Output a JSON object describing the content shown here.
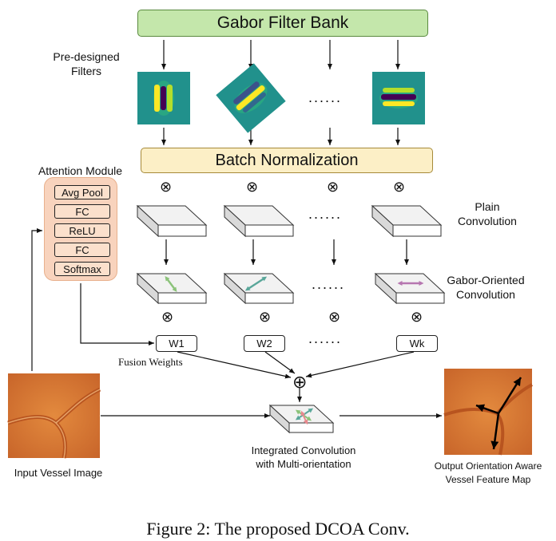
{
  "header": {
    "filter_bank": "Gabor Filter Bank",
    "predesigned": "Pre-designed\nFilters",
    "batch_norm": "Batch Normalization"
  },
  "attention": {
    "title": "Attention Module",
    "layers": [
      "Avg Pool",
      "FC",
      "ReLU",
      "FC",
      "Softmax"
    ]
  },
  "labels": {
    "plain_conv": "Plain\nConvolution",
    "gabor_conv": "Gabor-Oriented\nConvolution",
    "fusion_weights": "Fusion Weights",
    "integrated": "Integrated Convolution\nwith Multi-orientation",
    "input_image": "Input Vessel Image",
    "output_map": "Output Orientation Aware\nVessel Feature Map"
  },
  "weights": [
    "W1",
    "W2",
    "Wk"
  ],
  "symbols": {
    "dots": "......",
    "multiply": "⊗",
    "sum": "⊕"
  },
  "caption": "Figure 2: The proposed DCOA Conv.",
  "colors": {
    "bank_fill": "#c4e7ab",
    "bn_fill": "#fcefc6",
    "attention_fill": "#f8d3bd",
    "vessel_bg": "#d9782f",
    "arrow_green": "#8cc37a",
    "arrow_teal": "#5aa79a",
    "arrow_purple": "#b676b0",
    "arrow_red": "#e8898e"
  }
}
